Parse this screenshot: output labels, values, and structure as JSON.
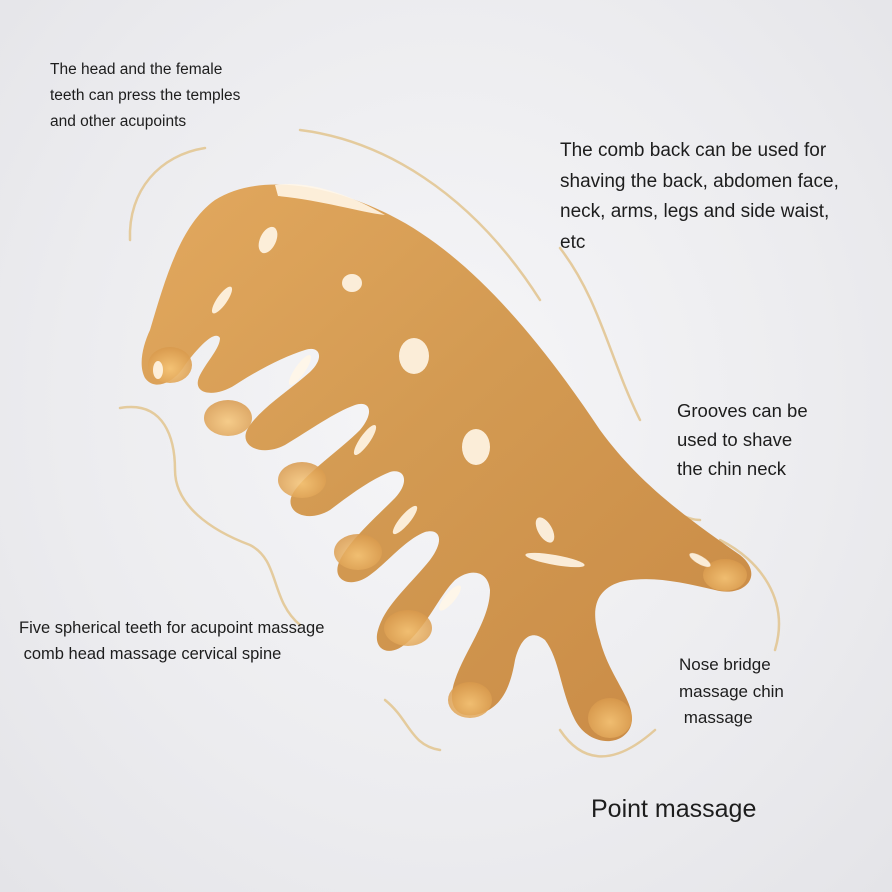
{
  "annotations": {
    "head_teeth": [
      "The head and the female",
      "teeth can press the temples",
      "and other acupoints"
    ],
    "comb_back": [
      "The comb back can be used for",
      "shaving the back, abdomen face,",
      "neck, arms, legs and side waist,",
      "etc"
    ],
    "grooves": [
      "Grooves can be",
      "used to shave",
      "the chin neck"
    ],
    "spherical_teeth": [
      "Five spherical teeth for acupoint massage",
      " comb head massage cervical spine"
    ],
    "nose_bridge": [
      "Nose bridge",
      "massage chin",
      " massage"
    ],
    "point_massage": "Point massage"
  },
  "colors": {
    "comb_main": "#d39a52",
    "comb_light": "#f2c27a",
    "comb_dark": "#b8783a",
    "highlight": "#fff6e8",
    "accent_line": "#e2c48e"
  },
  "illustration": {
    "object": "amber resin gua sha massage comb",
    "teeth_count": 5
  }
}
